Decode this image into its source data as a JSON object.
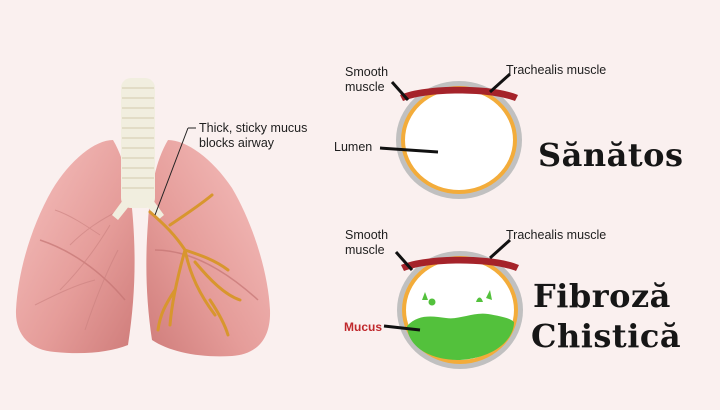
{
  "lung": {
    "annotation_line1": "Thick, sticky mucus",
    "annotation_line2": "blocks airway"
  },
  "healthy": {
    "smooth_muscle_line1": "Smooth",
    "smooth_muscle_line2": "muscle",
    "trachealis_label": "Trachealis muscle",
    "lumen_label": "Lumen",
    "title": "Sănătos"
  },
  "cf": {
    "smooth_muscle_line1": "Smooth",
    "smooth_muscle_line2": "muscle",
    "trachealis_label": "Trachealis muscle",
    "mucus_label": "Mucus",
    "title_line1": "Fibroză",
    "title_line2": "Chistică"
  },
  "colors": {
    "background": "#faf0ef",
    "lung_fill": "#e9a3a0",
    "bronchi": "#d8962e",
    "trachea": "#f1eedf",
    "ring_gray": "#bfbfbf",
    "smooth_muscle": "#f3ac3a",
    "trachealis": "#a5232a",
    "mucus": "#53c13c",
    "mucus_label": "#c0282c"
  }
}
